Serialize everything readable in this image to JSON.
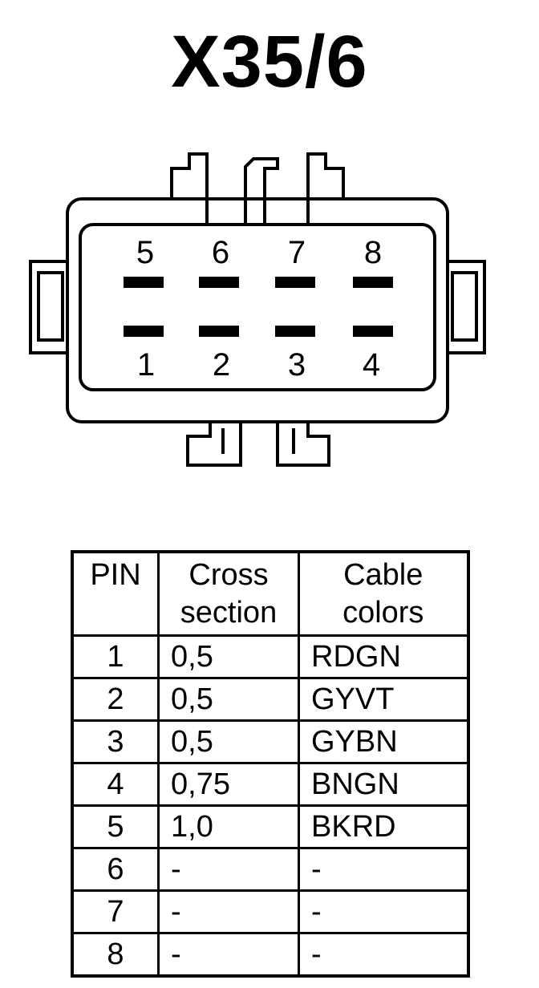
{
  "title": "X35/6",
  "connector": {
    "top_pins": [
      "5",
      "6",
      "7",
      "8"
    ],
    "bottom_pins": [
      "1",
      "2",
      "3",
      "4"
    ]
  },
  "table": {
    "headers": [
      [
        "PIN"
      ],
      [
        "Cross",
        "section"
      ],
      [
        "Cable",
        "colors"
      ]
    ],
    "rows": [
      {
        "pin": "1",
        "cross_section": "0,5",
        "color": "RDGN"
      },
      {
        "pin": "2",
        "cross_section": "0,5",
        "color": "GYVT"
      },
      {
        "pin": "3",
        "cross_section": "0,5",
        "color": "GYBN"
      },
      {
        "pin": "4",
        "cross_section": "0,75",
        "color": "BNGN"
      },
      {
        "pin": "5",
        "cross_section": "1,0",
        "color": "BKRD"
      },
      {
        "pin": "6",
        "cross_section": "-",
        "color": "-"
      },
      {
        "pin": "7",
        "cross_section": "-",
        "color": "-"
      },
      {
        "pin": "8",
        "cross_section": "-",
        "color": "-"
      }
    ]
  }
}
